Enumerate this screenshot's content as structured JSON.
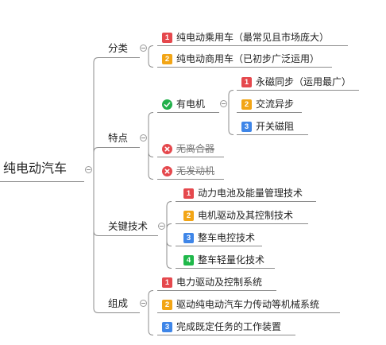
{
  "root": {
    "label": "纯电动汽车"
  },
  "colors": {
    "line": "#8c8c8c",
    "badge": {
      "1": "#e5484d",
      "2": "#f2a516",
      "3": "#3f86e8",
      "4": "#1fb84a"
    },
    "check": "#22b04b",
    "cross": "#e5484d"
  },
  "icons": {
    "collapse": "collapse-toggle-icon",
    "check": "check-circle-icon",
    "cross": "cross-circle-icon"
  },
  "branches": [
    {
      "label": "分类",
      "children": [
        {
          "badge": "1",
          "label": "纯电动乘用车（最常见且市场庞大）"
        },
        {
          "badge": "2",
          "label": "纯电动商用车（已初步广泛运用）"
        }
      ]
    },
    {
      "label": "特点",
      "children": [
        {
          "mark": "check",
          "label": "有电机",
          "children": [
            {
              "badge": "1",
              "label": "永磁同步（运用最广）"
            },
            {
              "badge": "2",
              "label": "交流异步"
            },
            {
              "badge": "3",
              "label": "开关磁阻"
            }
          ]
        },
        {
          "mark": "cross",
          "label": "无离合器",
          "struck": true
        },
        {
          "mark": "cross",
          "label": "无发动机",
          "struck": true
        }
      ]
    },
    {
      "label": "关键技术",
      "children": [
        {
          "badge": "1",
          "label": "动力电池及能量管理技术"
        },
        {
          "badge": "2",
          "label": "电机驱动及其控制技术"
        },
        {
          "badge": "3",
          "label": "整车电控技术"
        },
        {
          "badge": "4",
          "label": "整车轻量化技术"
        }
      ]
    },
    {
      "label": "组成",
      "children": [
        {
          "badge": "1",
          "label": "电力驱动及控制系统"
        },
        {
          "badge": "2",
          "label": "驱动纯电动汽车力传动等机械系统"
        },
        {
          "badge": "3",
          "label": "完成既定任务的工作装置"
        }
      ]
    }
  ]
}
